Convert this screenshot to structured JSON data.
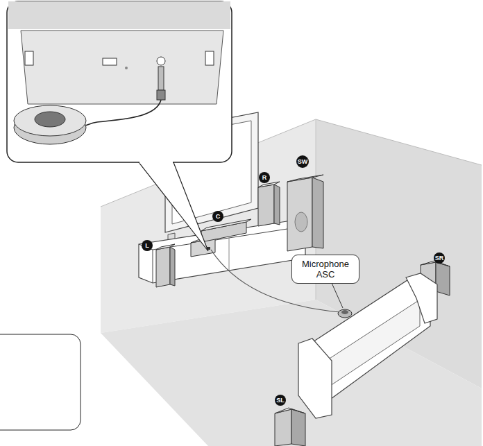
{
  "diagram": {
    "nodes": [
      {
        "text": [
          "Microphone ASC"
        ]
      }
    ],
    "labels": [
      "L",
      "C",
      "R",
      "SW",
      "SR",
      "SL"
    ]
  }
}
